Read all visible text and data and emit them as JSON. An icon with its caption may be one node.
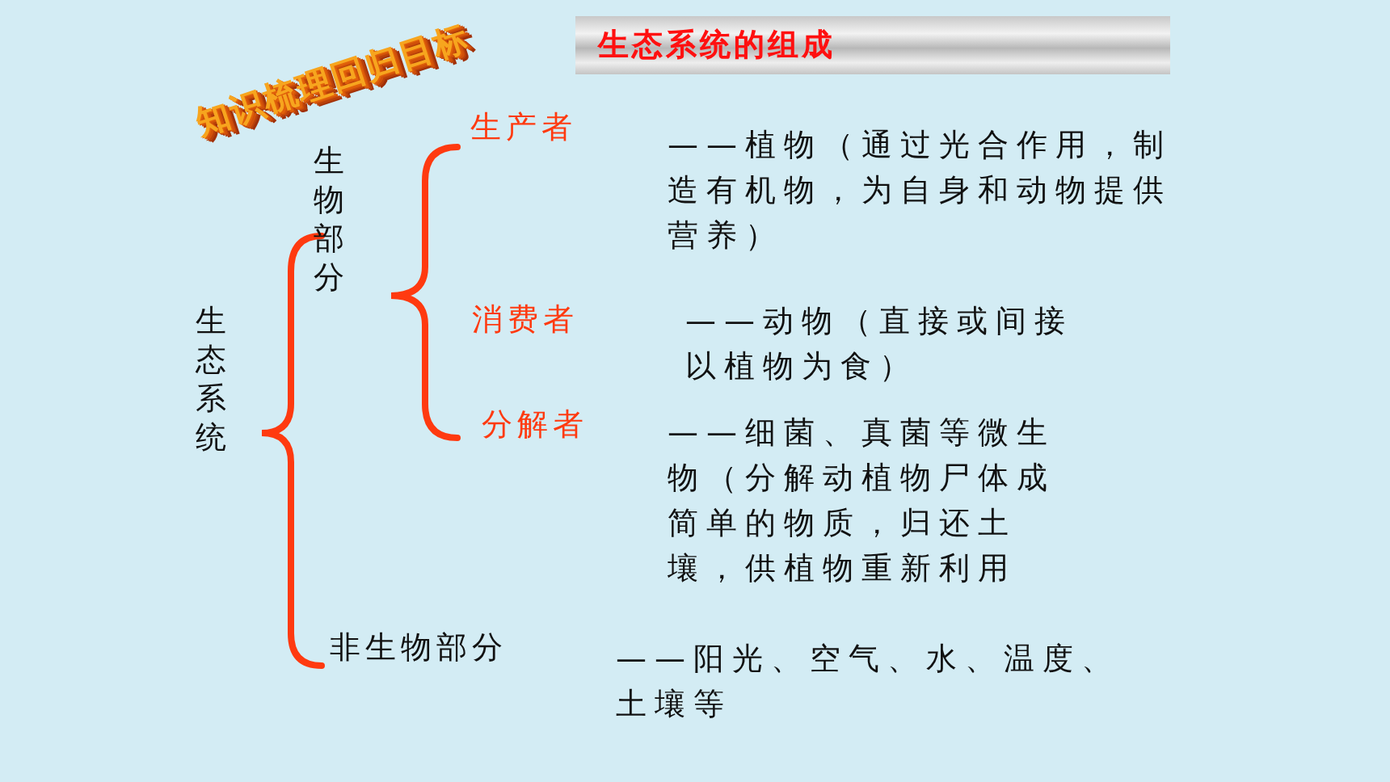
{
  "diagram": {
    "title": "生态系统的组成",
    "nodes": [
      {
        "text": [
          "生态系统"
        ]
      },
      {
        "text": [
          "生物部分"
        ]
      },
      {
        "text": [
          "生产者"
        ],
        "beside": [
          "——植物（通过光合作用，制造有机物，为自身和动物提供营养）"
        ]
      },
      {
        "text": [
          "消费者"
        ],
        "beside": [
          "——动物（直接或间接以植物为食）"
        ]
      },
      {
        "text": [
          "分解者"
        ],
        "beside": [
          "——细菌、真菌等微生物（分解动植物尸体成简单的物质，归还土壤，供植物重新利用"
        ]
      },
      {
        "text": [
          "非生物部分"
        ],
        "beside": [
          "——阳光、空气、水、温度、土壤等"
        ]
      }
    ],
    "labels": [
      "知识梳理回归目标"
    ]
  }
}
